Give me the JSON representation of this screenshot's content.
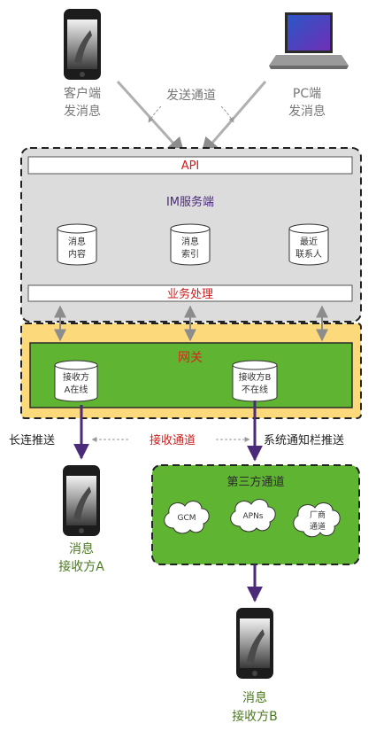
{
  "senders": {
    "client": [
      "客户端",
      "发消息"
    ],
    "pc": [
      "PC端",
      "发消息"
    ],
    "send_channel": "发送通道"
  },
  "im_server": {
    "api_label": "API",
    "title": "IM服务端",
    "stores": [
      [
        "消息",
        "内容"
      ],
      [
        "消息",
        "索引"
      ],
      [
        "最近",
        "联系人"
      ]
    ],
    "business_label": "业务处理"
  },
  "gateway": {
    "title": "网关",
    "receiver_a": [
      "接收方",
      "A在线"
    ],
    "receiver_b": [
      "接收方B",
      "不在线"
    ]
  },
  "receive": {
    "left_label": "长连推送",
    "center_label": "接收通道",
    "right_label": "系统通知栏推送"
  },
  "third_party": {
    "title": "第三方通道",
    "clouds": [
      "GCM",
      "APNs",
      "厂商通道"
    ]
  },
  "receivers": {
    "a": [
      "消息",
      "接收方A"
    ],
    "b": [
      "消息",
      "接收方B"
    ]
  },
  "colors": {
    "im_server_fill": "#dcdcdc",
    "gateway_outer_fill": "#fcd97a",
    "gateway_inner_fill": "#5fb432",
    "third_party_fill": "#5fb432",
    "push_arrow": "#4b2a7a",
    "accent_red": "#cc1f1f",
    "receiver_label": "#4a7a1e"
  }
}
